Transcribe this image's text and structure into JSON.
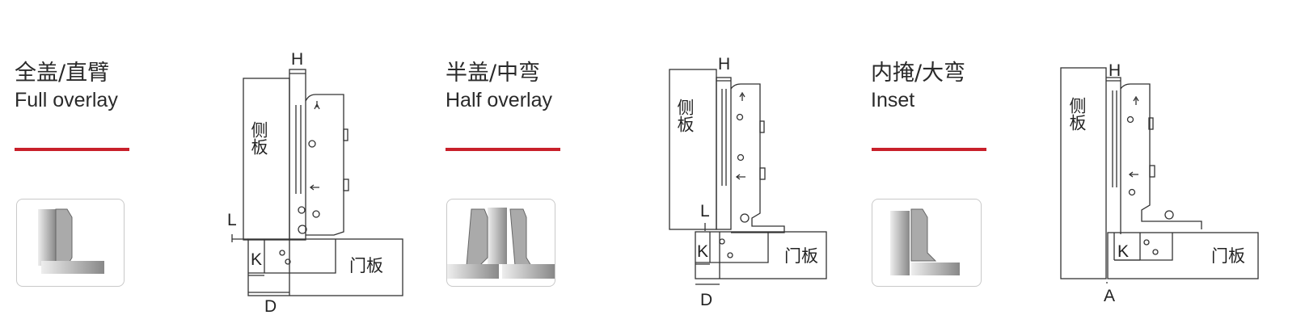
{
  "panels": [
    {
      "title_cn": "全盖/直臂",
      "title_en": "Full overlay",
      "labels": {
        "H": "H",
        "L": "L",
        "K": "K",
        "D": "D",
        "side": "侧板",
        "door": "门板"
      }
    },
    {
      "title_cn": "半盖/中弯",
      "title_en": "Half overlay",
      "labels": {
        "H": "H",
        "L": "L",
        "K": "K",
        "D": "D",
        "side": "侧板",
        "door": "门板"
      }
    },
    {
      "title_cn": "内掩/大弯",
      "title_en": "Inset",
      "labels": {
        "H": "H",
        "K": "K",
        "A": "A",
        "side": "侧板",
        "door": "门板"
      }
    }
  ],
  "colors": {
    "accent": "#c8202a",
    "line": "#333333"
  }
}
